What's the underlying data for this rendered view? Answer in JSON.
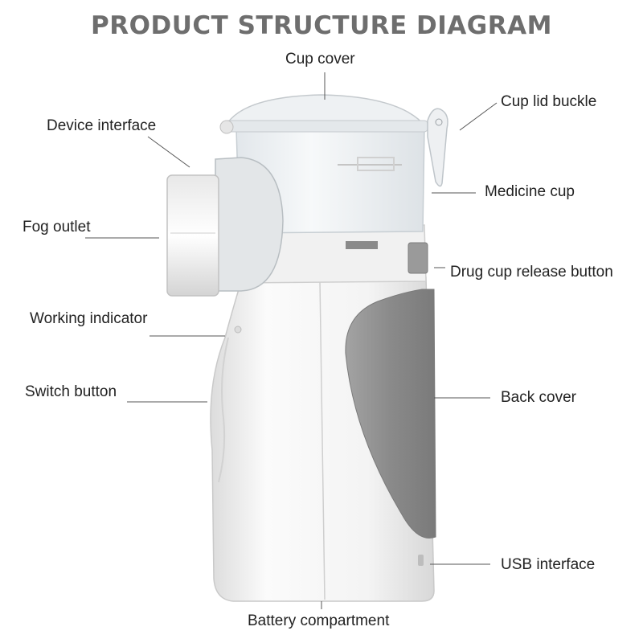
{
  "title": "PRODUCT STRUCTURE DIAGRAM",
  "labels": {
    "cup_cover": "Cup cover",
    "cup_lid_buckle": "Cup lid buckle",
    "device_interface": "Device interface",
    "medicine_cup": "Medicine cup",
    "fog_outlet": "Fog outlet",
    "drug_cup_release_button": "Drug cup release button",
    "working_indicator": "Working indicator",
    "switch_button": "Switch button",
    "back_cover": "Back cover",
    "usb_interface": "USB interface",
    "battery_compartment": "Battery compartment"
  },
  "colors": {
    "title": "#6e6e6e",
    "label": "#222222",
    "leader_line": "#555555",
    "device_body": "#f3f3f3",
    "back_panel": "#8c8c8c",
    "transparent_cup": "#e9edf0"
  }
}
